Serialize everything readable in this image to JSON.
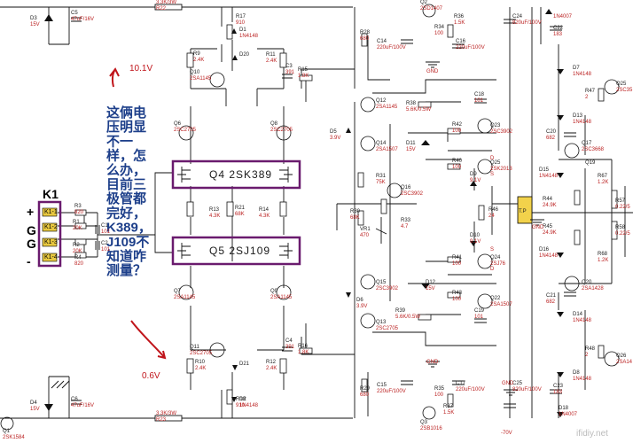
{
  "colors": {
    "wire": "#111111",
    "part_red": "#b22222",
    "note_blue": "#1d3f8a",
    "arrow_red": "#c0151b",
    "box_purple": "#6a1b6e",
    "pin_yellow": "#e8c840",
    "tp_yellow": "#f2d24b"
  },
  "connector": {
    "title": "K1",
    "pins": [
      "K1-1",
      "K1-2",
      "K1-3",
      "K1-4"
    ],
    "symbols": [
      "+",
      "G",
      "G",
      "-"
    ]
  },
  "jfet_boxes": {
    "top": "Q4 2SK389",
    "bottom": "Q5 2SJ109"
  },
  "annotations": {
    "top_voltage": "10.1V",
    "bottom_voltage": "0.6V"
  },
  "note_lines": [
    "这俩电",
    "压明显",
    "不一",
    "样，怎",
    "么办，",
    "目前三",
    "极管都",
    "完好，",
    "K389，",
    "J109不",
    "知道咋",
    "测量？"
  ],
  "test_point": "T.P",
  "watermark": "ifidiy.net",
  "parts": [
    {
      "id": "top_res_r22",
      "texts": [
        "3.3K/3W",
        "R22"
      ]
    },
    {
      "id": "d3",
      "texts": [
        "D3",
        "15V"
      ]
    },
    {
      "id": "c5",
      "texts": [
        "C5",
        "47uF/16V"
      ]
    },
    {
      "id": "r17",
      "texts": [
        "R17",
        "910"
      ]
    },
    {
      "id": "d1",
      "texts": [
        "D1",
        "1N4148"
      ]
    },
    {
      "id": "d20",
      "texts": [
        "D20"
      ]
    },
    {
      "id": "r9",
      "texts": [
        "R9",
        "2.4K"
      ]
    },
    {
      "id": "r11",
      "texts": [
        "R11",
        "2.4K"
      ]
    },
    {
      "id": "c3",
      "texts": [
        "C3",
        "391"
      ]
    },
    {
      "id": "r15",
      "texts": [
        "R15",
        "1.8K"
      ]
    },
    {
      "id": "q10",
      "texts": [
        "Q10",
        "2SA1145"
      ]
    },
    {
      "id": "q6",
      "texts": [
        "Q6",
        "2SC2705"
      ]
    },
    {
      "id": "q8",
      "texts": [
        "Q8",
        "2SC2705"
      ]
    },
    {
      "id": "r13",
      "texts": [
        "R13",
        "4.3K"
      ]
    },
    {
      "id": "r21",
      "texts": [
        "R21",
        "68K"
      ]
    },
    {
      "id": "r14",
      "texts": [
        "R14",
        "4.3K"
      ]
    },
    {
      "id": "r3",
      "texts": [
        "R3",
        "820"
      ]
    },
    {
      "id": "r1",
      "texts": [
        "R1",
        "20K"
      ]
    },
    {
      "id": "c1",
      "texts": [
        "C1",
        "101"
      ]
    },
    {
      "id": "r2",
      "texts": [
        "R2",
        "20K"
      ]
    },
    {
      "id": "c2",
      "texts": [
        "C2",
        "101"
      ]
    },
    {
      "id": "r4",
      "texts": [
        "R4",
        "820"
      ]
    },
    {
      "id": "q7",
      "texts": [
        "Q7",
        "2SA1145"
      ]
    },
    {
      "id": "q9",
      "texts": [
        "Q9",
        "2SA1145"
      ]
    },
    {
      "id": "q11",
      "texts": [
        "Q11",
        "2SC2705"
      ]
    },
    {
      "id": "r10",
      "texts": [
        "R10",
        "2.4K"
      ]
    },
    {
      "id": "d21",
      "texts": [
        "D21"
      ]
    },
    {
      "id": "r12",
      "texts": [
        "R12",
        "2.4K"
      ]
    },
    {
      "id": "c4",
      "texts": [
        "C4",
        "391"
      ]
    },
    {
      "id": "r16",
      "texts": [
        "R16",
        "1.8K"
      ]
    },
    {
      "id": "r18",
      "texts": [
        "R18",
        "910"
      ]
    },
    {
      "id": "d2",
      "texts": [
        "D2",
        "1N4148"
      ]
    },
    {
      "id": "d4",
      "texts": [
        "D4",
        "15V"
      ]
    },
    {
      "id": "c6",
      "texts": [
        "C6",
        "47uF/16V"
      ]
    },
    {
      "id": "r23",
      "texts": [
        "3.3K/3W",
        "R23"
      ]
    },
    {
      "id": "q1",
      "texts": [
        "Q1",
        "2SK1584"
      ]
    },
    {
      "id": "r28",
      "texts": [
        "R28",
        "680"
      ]
    },
    {
      "id": "c14",
      "texts": [
        "C14",
        "220uF/100V"
      ]
    },
    {
      "id": "q2",
      "texts": [
        "Q2",
        "2SD1407"
      ]
    },
    {
      "id": "r36",
      "texts": [
        "R36",
        "1.5K"
      ]
    },
    {
      "id": "r34",
      "texts": [
        "R34",
        "100"
      ]
    },
    {
      "id": "c16",
      "texts": [
        "C16",
        "220uF/100V"
      ]
    },
    {
      "id": "gnd_top",
      "texts": [
        "GND"
      ]
    },
    {
      "id": "c24",
      "texts": [
        "C24",
        "820uF/100V"
      ]
    },
    {
      "id": "d_top",
      "texts": [
        "1N4007"
      ]
    },
    {
      "id": "c22",
      "texts": [
        "C22",
        "183"
      ]
    },
    {
      "id": "q12",
      "texts": [
        "Q12",
        "2SA1145"
      ]
    },
    {
      "id": "r38",
      "texts": [
        "R38",
        "5.6K/0.5W"
      ]
    },
    {
      "id": "c18",
      "texts": [
        "C18",
        "101"
      ]
    },
    {
      "id": "d5",
      "texts": [
        "D5",
        "3.9V"
      ]
    },
    {
      "id": "q14",
      "texts": [
        "Q14",
        "2SA1507"
      ]
    },
    {
      "id": "r42",
      "texts": [
        "R42",
        "100"
      ]
    },
    {
      "id": "q23",
      "texts": [
        "Q23",
        "2SC3902"
      ]
    },
    {
      "id": "d11",
      "texts": [
        "D11",
        "15V"
      ]
    },
    {
      "id": "r40",
      "texts": [
        "R40",
        "100"
      ]
    },
    {
      "id": "q25",
      "texts": [
        "Q25",
        "2SK2013"
      ]
    },
    {
      "id": "d9",
      "texts": [
        "D9",
        "9.1V"
      ]
    },
    {
      "id": "r31",
      "texts": [
        "R31",
        "75K"
      ]
    },
    {
      "id": "q16",
      "texts": [
        "Q16",
        "2SC3902"
      ]
    },
    {
      "id": "r30",
      "texts": [
        "R30",
        "68K"
      ]
    },
    {
      "id": "r46",
      "texts": [
        "R46",
        "24"
      ]
    },
    {
      "id": "r33",
      "texts": [
        "R33",
        "4.7"
      ]
    },
    {
      "id": "vr1",
      "texts": [
        "VR1",
        "470"
      ]
    },
    {
      "id": "d10",
      "texts": [
        "D10",
        "9.1V"
      ]
    },
    {
      "id": "r41",
      "texts": [
        "R41",
        "100"
      ]
    },
    {
      "id": "q24",
      "texts": [
        "Q24",
        "2SJ76"
      ]
    },
    {
      "id": "q15",
      "texts": [
        "Q15",
        "2SC3902"
      ]
    },
    {
      "id": "d12",
      "texts": [
        "D12",
        "15V"
      ]
    },
    {
      "id": "d6",
      "texts": [
        "D6",
        "3.9V"
      ]
    },
    {
      "id": "r43",
      "texts": [
        "R43",
        "100"
      ]
    },
    {
      "id": "q22",
      "texts": [
        "Q22",
        "2SA1507"
      ]
    },
    {
      "id": "r39",
      "texts": [
        "R39",
        "5.6K/0.5W"
      ]
    },
    {
      "id": "c19",
      "texts": [
        "C19",
        "101"
      ]
    },
    {
      "id": "q13",
      "texts": [
        "Q13",
        "2SC2705"
      ]
    },
    {
      "id": "r29",
      "texts": [
        "R29",
        "680"
      ]
    },
    {
      "id": "c15",
      "texts": [
        "C15",
        "220uF/100V"
      ]
    },
    {
      "id": "c17",
      "texts": [
        "C17",
        "220uF/100V"
      ]
    },
    {
      "id": "gnd_bottom",
      "texts": [
        "GND"
      ]
    },
    {
      "id": "r35",
      "texts": [
        "R35",
        "100"
      ]
    },
    {
      "id": "r37",
      "texts": [
        "R37",
        "1.5K"
      ]
    },
    {
      "id": "q3",
      "texts": [
        "Q3",
        "2SB1016"
      ]
    },
    {
      "id": "c25",
      "texts": [
        "C25",
        "820uF/100V"
      ]
    },
    {
      "id": "c23",
      "texts": [
        "C23",
        "183"
      ]
    },
    {
      "id": "d18",
      "texts": [
        "D18",
        "1N4007"
      ]
    },
    {
      "id": "d7",
      "texts": [
        "D7",
        "1N4148"
      ]
    },
    {
      "id": "r47",
      "texts": [
        "R47",
        "2"
      ]
    },
    {
      "id": "q25r",
      "texts": [
        "Q25",
        "2SC35"
      ]
    },
    {
      "id": "d13",
      "texts": [
        "D13",
        "1N4148"
      ]
    },
    {
      "id": "c20",
      "texts": [
        "C20",
        "682"
      ]
    },
    {
      "id": "q17",
      "texts": [
        "Q17",
        "2SC3668"
      ]
    },
    {
      "id": "d15",
      "texts": [
        "D15",
        "1N4148"
      ]
    },
    {
      "id": "q19",
      "texts": [
        "Q19"
      ]
    },
    {
      "id": "r67",
      "texts": [
        "R67",
        "1.2K"
      ]
    },
    {
      "id": "r44",
      "texts": [
        "R44",
        "24.9K"
      ]
    },
    {
      "id": "r45",
      "texts": [
        "R45",
        "24.9K"
      ]
    },
    {
      "id": "r57",
      "texts": [
        "R57",
        "0.22/5"
      ]
    },
    {
      "id": "r58",
      "texts": [
        "R58",
        "0.22/5"
      ]
    },
    {
      "id": "gnd_mid",
      "texts": [
        "GND"
      ]
    },
    {
      "id": "d16",
      "texts": [
        "D16",
        "1N4148"
      ]
    },
    {
      "id": "r68",
      "texts": [
        "R68",
        "1.2K"
      ]
    },
    {
      "id": "q20",
      "texts": [
        "Q20",
        "2SA1428"
      ]
    },
    {
      "id": "c21",
      "texts": [
        "C21",
        "682"
      ]
    },
    {
      "id": "d14",
      "texts": [
        "D14",
        "1N4148"
      ]
    },
    {
      "id": "r48",
      "texts": [
        "R48",
        "2"
      ]
    },
    {
      "id": "d8",
      "texts": [
        "D8",
        "1N4148"
      ]
    },
    {
      "id": "q26",
      "texts": [
        "Q26",
        "2SA14"
      ]
    },
    {
      "id": "gnd_br",
      "texts": [
        "GND"
      ]
    },
    {
      "id": "bottom_v",
      "texts": [
        "-70V"
      ]
    },
    {
      "id": "s_pin",
      "texts": [
        "S"
      ]
    },
    {
      "id": "d_pin",
      "texts": [
        "D"
      ]
    },
    {
      "id": "s_pin2",
      "texts": [
        "S"
      ]
    },
    {
      "id": "d_pin2",
      "texts": [
        "D"
      ]
    }
  ]
}
